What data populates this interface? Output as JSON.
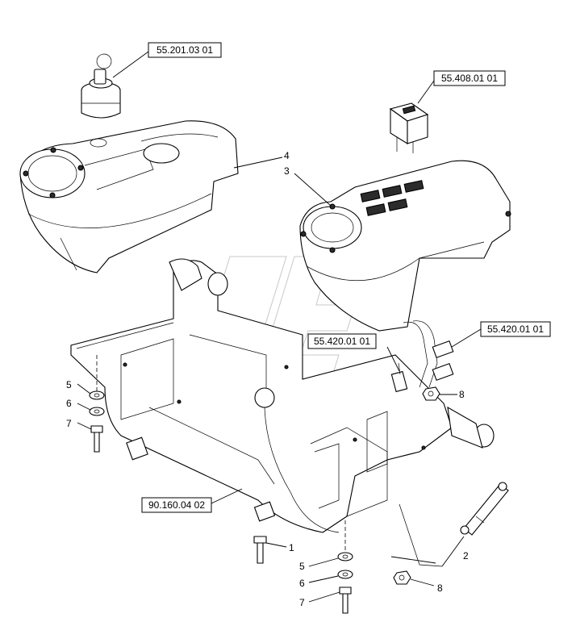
{
  "references": {
    "ignition_switch": "55.201.03 01",
    "rocker_switch": "55.408.01 01",
    "connector_left": "55.420.01 01",
    "connector_right": "55.420.01 01",
    "frame": "90.160.04 02"
  },
  "callouts": {
    "c4": "4",
    "c3": "3",
    "c5_left": "5",
    "c6_left": "6",
    "c7_left": "7",
    "c8_upper": "8",
    "c1": "1",
    "c2": "2",
    "c5_bottom": "5",
    "c6_bottom": "6",
    "c7_bottom": "7",
    "c8_lower": "8"
  }
}
